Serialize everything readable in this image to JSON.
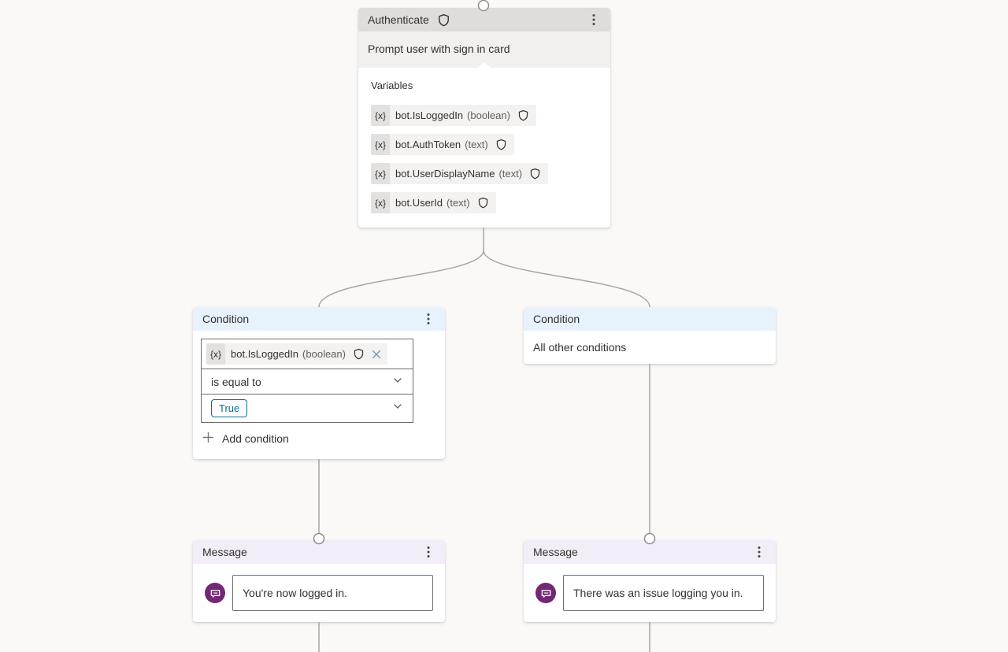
{
  "flow": {
    "authenticate": {
      "title": "Authenticate",
      "subtitle": "Prompt user with sign in card",
      "variables_label": "Variables",
      "variables": [
        {
          "prefix": "{x}",
          "name": "bot.IsLoggedIn",
          "type": "(boolean)"
        },
        {
          "prefix": "{x}",
          "name": "bot.AuthToken",
          "type": "(text)"
        },
        {
          "prefix": "{x}",
          "name": "bot.UserDisplayName",
          "type": "(text)"
        },
        {
          "prefix": "{x}",
          "name": "bot.UserId",
          "type": "(text)"
        }
      ]
    },
    "condition_left": {
      "title": "Condition",
      "variable": {
        "prefix": "{x}",
        "name": "bot.IsLoggedIn",
        "type": "(boolean)"
      },
      "operator": "is equal to",
      "value": "True",
      "add_condition_label": "Add condition"
    },
    "condition_right": {
      "title": "Condition",
      "body": "All other conditions"
    },
    "message_left": {
      "title": "Message",
      "text": "You're now logged in."
    },
    "message_right": {
      "title": "Message",
      "text": "There was an issue logging you in."
    }
  },
  "icons": {
    "shield": "shield-icon",
    "more": "kebab-menu-icon",
    "close": "close-icon",
    "chevron": "chevron-down-icon",
    "plus": "plus-icon",
    "message_bubble": "speech-bubble-icon"
  },
  "colors": {
    "canvas_bg": "#faf9f8",
    "authenticate_header": "#dedddc",
    "authenticate_subtitle_bg": "#f1f0ee",
    "condition_header": "#e8f2fc",
    "message_header": "#f2edf6",
    "message_icon_bg": "#742774",
    "true_chip": "#0f6e8e",
    "connector": "#a8a6a4"
  }
}
